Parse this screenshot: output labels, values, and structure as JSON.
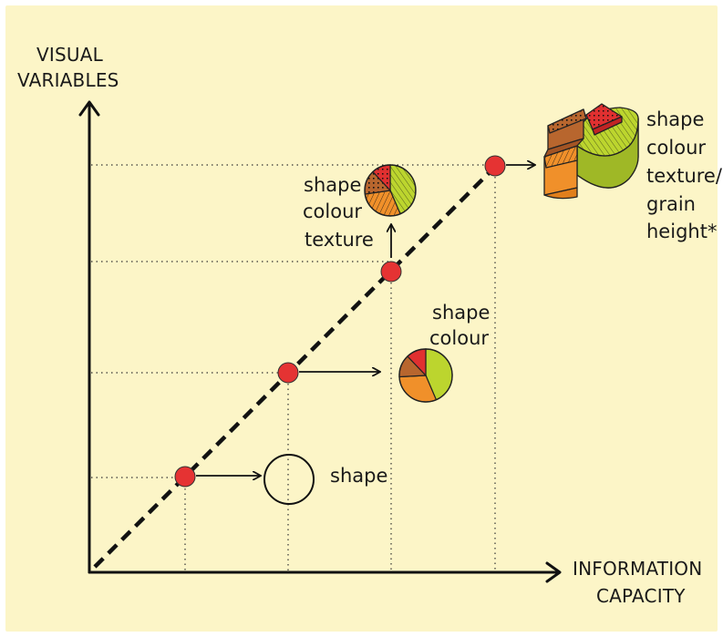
{
  "colors": {
    "background": "#fcf5c7",
    "line": "#111111",
    "dot": "#e53333",
    "yellow_green": "#bcd52e",
    "orange": "#f0902a",
    "brown": "#b8662e",
    "red": "#e03030"
  },
  "axes": {
    "y_label_line1": "VISUAL",
    "y_label_line2": "VARIABLES",
    "x_label_line1": "INFORMATION",
    "x_label_line2": "CAPACITY"
  },
  "stages": [
    {
      "lines": [
        "shape"
      ],
      "icon": "empty-circle-icon"
    },
    {
      "lines": [
        "shape",
        "colour"
      ],
      "icon": "coloured-pie-icon"
    },
    {
      "lines": [
        "shape",
        "colour",
        "texture"
      ],
      "icon": "textured-pie-icon"
    },
    {
      "lines": [
        "shape",
        "colour",
        "texture/",
        "grain",
        "height*"
      ],
      "icon": "3d-pie-icon"
    }
  ]
}
